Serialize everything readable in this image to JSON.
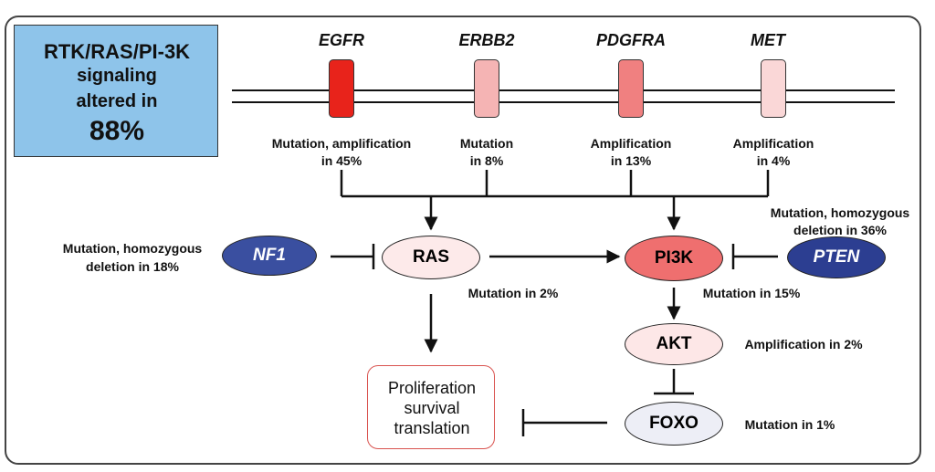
{
  "title_box": {
    "line1": "RTK/RAS/PI-3K",
    "line2": "signaling",
    "line3": "altered in",
    "percent": "88%"
  },
  "receptors": [
    {
      "name": "EGFR",
      "note_line1": "Mutation, amplification",
      "note_line2": "in 45%",
      "color": "#e8231b"
    },
    {
      "name": "ERBB2",
      "note_line1": "Mutation",
      "note_line2": "in 8%",
      "color": "#f5b4b4"
    },
    {
      "name": "PDGFRA",
      "note_line1": "Amplification",
      "note_line2": "in 13%",
      "color": "#f08080"
    },
    {
      "name": "MET",
      "note_line1": "Amplification",
      "note_line2": "in 4%",
      "color": "#fad7d7"
    }
  ],
  "nodes": {
    "nf1": {
      "label": "NF1",
      "note_line1": "Mutation, homozygous",
      "note_line2": "deletion in 18%",
      "color": "#3a4fa0"
    },
    "ras": {
      "label": "RAS",
      "note": "Mutation in 2%",
      "color": "#fdeaea"
    },
    "pi3k": {
      "label": "PI3K",
      "note": "Mutation in 15%",
      "color": "#ef6f6f"
    },
    "pten": {
      "label": "PTEN",
      "note_line1": "Mutation, homozygous",
      "note_line2": "deletion in 36%",
      "color": "#2c3e91"
    },
    "akt": {
      "label": "AKT",
      "note": "Amplification in 2%",
      "color": "#fde7e7"
    },
    "foxo": {
      "label": "FOXO",
      "note": "Mutation in 1%",
      "color": "#edeef6"
    }
  },
  "outcome": {
    "line1": "Proliferation",
    "line2": "survival",
    "line3": "translation"
  },
  "colors": {
    "title_box_fill": "#8ec4ea",
    "outcome_border": "#d9534f",
    "frame": "#444444"
  }
}
